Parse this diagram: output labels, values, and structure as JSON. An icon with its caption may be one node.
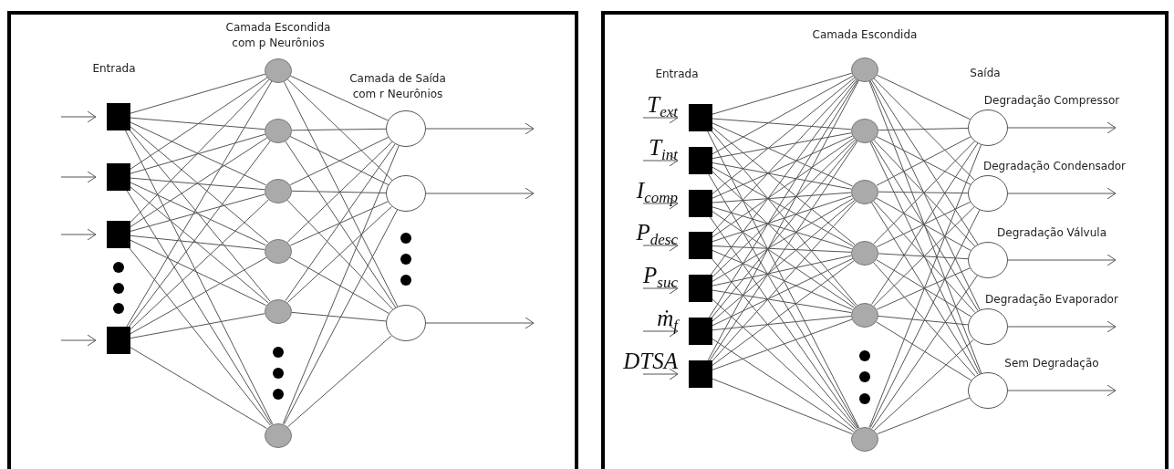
{
  "diagram": {
    "nodes": [
      {
        "text": [],
        "shape": "box"
      },
      {
        "text": [],
        "shape": "box",
        "in": 0
      },
      {
        "text": [],
        "shape": "box",
        "in": 0
      },
      {
        "text": [],
        "shape": "box",
        "in": 0
      },
      {
        "text": [],
        "shape": "box",
        "in": 0
      },
      {
        "text": [],
        "shape": "circle",
        "in": 0
      },
      {
        "text": [],
        "shape": "circle",
        "in": 0
      },
      {
        "text": [],
        "shape": "circle",
        "in": 0
      },
      {
        "text": [],
        "shape": "circle",
        "in": 0
      },
      {
        "text": [],
        "shape": "circle",
        "in": 0
      },
      {
        "text": [],
        "shape": "circle",
        "in": 0
      },
      {
        "text": [],
        "shape": "circle",
        "in": 0
      },
      {
        "text": [],
        "shape": "circle",
        "in": 0
      },
      {
        "text": [],
        "shape": "circle",
        "in": 0
      },
      {
        "text": [],
        "shape": "box"
      },
      {
        "text": [],
        "shape": "box",
        "in": 14,
        "beside": [
          "T$_{ext}$"
        ]
      },
      {
        "text": [],
        "shape": "box",
        "in": 14,
        "beside": [
          "T$_{int}$"
        ]
      },
      {
        "text": [],
        "shape": "box",
        "in": 14,
        "beside": [
          "I$_{comp}$"
        ]
      },
      {
        "text": [],
        "shape": "box",
        "in": 14,
        "beside": [
          "P$_{desc}$"
        ]
      },
      {
        "text": [],
        "shape": "box",
        "in": 14,
        "beside": [
          "P$_{suc}$"
        ]
      },
      {
        "text": [],
        "shape": "box",
        "in": 14,
        "beside": [
          "ṁ$_{f}$"
        ]
      },
      {
        "text": [],
        "shape": "box",
        "in": 14,
        "beside": [
          "DTSA"
        ]
      },
      {
        "text": [],
        "shape": "circle",
        "in": 14
      },
      {
        "text": [],
        "shape": "circle",
        "in": 14
      },
      {
        "text": [],
        "shape": "circle",
        "in": 14
      },
      {
        "text": [],
        "shape": "circle",
        "in": 14
      },
      {
        "text": [],
        "shape": "circle",
        "in": 14
      },
      {
        "text": [],
        "shape": "circle",
        "in": 14
      },
      {
        "text": [],
        "shape": "circle",
        "in": 14,
        "beside": [
          "Degradação Compressor"
        ]
      },
      {
        "text": [],
        "shape": "circle",
        "in": 14,
        "beside": [
          "Degradação Condensador"
        ]
      },
      {
        "text": [],
        "shape": "circle",
        "in": 14,
        "beside": [
          "Degradação Válvula"
        ]
      },
      {
        "text": [],
        "shape": "circle",
        "in": 14,
        "beside": [
          "Degradação Evaporador"
        ]
      },
      {
        "text": [],
        "shape": "circle",
        "in": 14,
        "beside": [
          "Sem Degradação"
        ]
      }
    ],
    "edges": [
      {
        "from": null,
        "to": 1,
        "arrow": "to"
      },
      {
        "from": null,
        "to": 2,
        "arrow": "to"
      },
      {
        "from": null,
        "to": 3,
        "arrow": "to"
      },
      {
        "from": null,
        "to": 4,
        "arrow": "to"
      },
      {
        "from": 1,
        "to": 5,
        "arrow": "none"
      },
      {
        "from": 1,
        "to": 6,
        "arrow": "none"
      },
      {
        "from": 1,
        "to": 7,
        "arrow": "none"
      },
      {
        "from": 1,
        "to": 8,
        "arrow": "none"
      },
      {
        "from": 1,
        "to": 9,
        "arrow": "none"
      },
      {
        "from": 1,
        "to": 10,
        "arrow": "none"
      },
      {
        "from": 2,
        "to": 5,
        "arrow": "none"
      },
      {
        "from": 2,
        "to": 6,
        "arrow": "none"
      },
      {
        "from": 2,
        "to": 7,
        "arrow": "none"
      },
      {
        "from": 2,
        "to": 8,
        "arrow": "none"
      },
      {
        "from": 2,
        "to": 9,
        "arrow": "none"
      },
      {
        "from": 2,
        "to": 10,
        "arrow": "none"
      },
      {
        "from": 3,
        "to": 5,
        "arrow": "none"
      },
      {
        "from": 3,
        "to": 6,
        "arrow": "none"
      },
      {
        "from": 3,
        "to": 7,
        "arrow": "none"
      },
      {
        "from": 3,
        "to": 8,
        "arrow": "none"
      },
      {
        "from": 3,
        "to": 9,
        "arrow": "none"
      },
      {
        "from": 3,
        "to": 10,
        "arrow": "none"
      },
      {
        "from": 4,
        "to": 5,
        "arrow": "none"
      },
      {
        "from": 4,
        "to": 6,
        "arrow": "none"
      },
      {
        "from": 4,
        "to": 7,
        "arrow": "none"
      },
      {
        "from": 4,
        "to": 8,
        "arrow": "none"
      },
      {
        "from": 4,
        "to": 9,
        "arrow": "none"
      },
      {
        "from": 4,
        "to": 10,
        "arrow": "none"
      },
      {
        "from": 5,
        "to": 11,
        "arrow": "none"
      },
      {
        "from": 5,
        "to": 12,
        "arrow": "none"
      },
      {
        "from": 5,
        "to": 13,
        "arrow": "none"
      },
      {
        "from": 6,
        "to": 11,
        "arrow": "none"
      },
      {
        "from": 6,
        "to": 12,
        "arrow": "none"
      },
      {
        "from": 6,
        "to": 13,
        "arrow": "none"
      },
      {
        "from": 7,
        "to": 11,
        "arrow": "none"
      },
      {
        "from": 7,
        "to": 12,
        "arrow": "none"
      },
      {
        "from": 7,
        "to": 13,
        "arrow": "none"
      },
      {
        "from": 8,
        "to": 11,
        "arrow": "none"
      },
      {
        "from": 8,
        "to": 12,
        "arrow": "none"
      },
      {
        "from": 8,
        "to": 13,
        "arrow": "none"
      },
      {
        "from": 9,
        "to": 11,
        "arrow": "none"
      },
      {
        "from": 9,
        "to": 12,
        "arrow": "none"
      },
      {
        "from": 9,
        "to": 13,
        "arrow": "none"
      },
      {
        "from": 10,
        "to": 11,
        "arrow": "none"
      },
      {
        "from": 10,
        "to": 12,
        "arrow": "none"
      },
      {
        "from": 10,
        "to": 13,
        "arrow": "none"
      },
      {
        "from": 11,
        "to": null,
        "arrow": "to"
      },
      {
        "from": 12,
        "to": null,
        "arrow": "to"
      },
      {
        "from": 13,
        "to": null,
        "arrow": "to"
      },
      {
        "from": null,
        "to": 15,
        "arrow": "to"
      },
      {
        "from": null,
        "to": 16,
        "arrow": "to"
      },
      {
        "from": null,
        "to": 17,
        "arrow": "to"
      },
      {
        "from": null,
        "to": 18,
        "arrow": "to"
      },
      {
        "from": null,
        "to": 19,
        "arrow": "to"
      },
      {
        "from": null,
        "to": 20,
        "arrow": "to"
      },
      {
        "from": null,
        "to": 21,
        "arrow": "to"
      },
      {
        "from": 15,
        "to": 22,
        "arrow": "none"
      },
      {
        "from": 15,
        "to": 23,
        "arrow": "none"
      },
      {
        "from": 15,
        "to": 24,
        "arrow": "none"
      },
      {
        "from": 15,
        "to": 25,
        "arrow": "none"
      },
      {
        "from": 15,
        "to": 26,
        "arrow": "none"
      },
      {
        "from": 15,
        "to": 27,
        "arrow": "none"
      },
      {
        "from": 16,
        "to": 22,
        "arrow": "none"
      },
      {
        "from": 16,
        "to": 23,
        "arrow": "none"
      },
      {
        "from": 16,
        "to": 24,
        "arrow": "none"
      },
      {
        "from": 16,
        "to": 25,
        "arrow": "none"
      },
      {
        "from": 16,
        "to": 26,
        "arrow": "none"
      },
      {
        "from": 16,
        "to": 27,
        "arrow": "none"
      },
      {
        "from": 17,
        "to": 22,
        "arrow": "none"
      },
      {
        "from": 17,
        "to": 23,
        "arrow": "none"
      },
      {
        "from": 17,
        "to": 24,
        "arrow": "none"
      },
      {
        "from": 17,
        "to": 25,
        "arrow": "none"
      },
      {
        "from": 17,
        "to": 26,
        "arrow": "none"
      },
      {
        "from": 17,
        "to": 27,
        "arrow": "none"
      },
      {
        "from": 18,
        "to": 22,
        "arrow": "none"
      },
      {
        "from": 18,
        "to": 23,
        "arrow": "none"
      },
      {
        "from": 18,
        "to": 24,
        "arrow": "none"
      },
      {
        "from": 18,
        "to": 25,
        "arrow": "none"
      },
      {
        "from": 18,
        "to": 26,
        "arrow": "none"
      },
      {
        "from": 18,
        "to": 27,
        "arrow": "none"
      },
      {
        "from": 19,
        "to": 22,
        "arrow": "none"
      },
      {
        "from": 19,
        "to": 23,
        "arrow": "none"
      },
      {
        "from": 19,
        "to": 24,
        "arrow": "none"
      },
      {
        "from": 19,
        "to": 25,
        "arrow": "none"
      },
      {
        "from": 19,
        "to": 26,
        "arrow": "none"
      },
      {
        "from": 19,
        "to": 27,
        "arrow": "none"
      },
      {
        "from": 20,
        "to": 22,
        "arrow": "none"
      },
      {
        "from": 20,
        "to": 23,
        "arrow": "none"
      },
      {
        "from": 20,
        "to": 24,
        "arrow": "none"
      },
      {
        "from": 20,
        "to": 25,
        "arrow": "none"
      },
      {
        "from": 20,
        "to": 26,
        "arrow": "none"
      },
      {
        "from": 20,
        "to": 27,
        "arrow": "none"
      },
      {
        "from": 21,
        "to": 22,
        "arrow": "none"
      },
      {
        "from": 21,
        "to": 23,
        "arrow": "none"
      },
      {
        "from": 21,
        "to": 24,
        "arrow": "none"
      },
      {
        "from": 21,
        "to": 25,
        "arrow": "none"
      },
      {
        "from": 21,
        "to": 26,
        "arrow": "none"
      },
      {
        "from": 21,
        "to": 27,
        "arrow": "none"
      },
      {
        "from": 22,
        "to": 28,
        "arrow": "none"
      },
      {
        "from": 22,
        "to": 29,
        "arrow": "none"
      },
      {
        "from": 22,
        "to": 30,
        "arrow": "none"
      },
      {
        "from": 22,
        "to": 31,
        "arrow": "none"
      },
      {
        "from": 22,
        "to": 32,
        "arrow": "none"
      },
      {
        "from": 23,
        "to": 28,
        "arrow": "none"
      },
      {
        "from": 23,
        "to": 29,
        "arrow": "none"
      },
      {
        "from": 23,
        "to": 30,
        "arrow": "none"
      },
      {
        "from": 23,
        "to": 31,
        "arrow": "none"
      },
      {
        "from": 23,
        "to": 32,
        "arrow": "none"
      },
      {
        "from": 24,
        "to": 28,
        "arrow": "none"
      },
      {
        "from": 24,
        "to": 29,
        "arrow": "none"
      },
      {
        "from": 24,
        "to": 30,
        "arrow": "none"
      },
      {
        "from": 24,
        "to": 31,
        "arrow": "none"
      },
      {
        "from": 24,
        "to": 32,
        "arrow": "none"
      },
      {
        "from": 25,
        "to": 28,
        "arrow": "none"
      },
      {
        "from": 25,
        "to": 29,
        "arrow": "none"
      },
      {
        "from": 25,
        "to": 30,
        "arrow": "none"
      },
      {
        "from": 25,
        "to": 31,
        "arrow": "none"
      },
      {
        "from": 25,
        "to": 32,
        "arrow": "none"
      },
      {
        "from": 26,
        "to": 28,
        "arrow": "none"
      },
      {
        "from": 26,
        "to": 29,
        "arrow": "none"
      },
      {
        "from": 26,
        "to": 30,
        "arrow": "none"
      },
      {
        "from": 26,
        "to": 31,
        "arrow": "none"
      },
      {
        "from": 26,
        "to": 32,
        "arrow": "none"
      },
      {
        "from": 27,
        "to": 28,
        "arrow": "none"
      },
      {
        "from": 27,
        "to": 29,
        "arrow": "none"
      },
      {
        "from": 27,
        "to": 30,
        "arrow": "none"
      },
      {
        "from": 27,
        "to": 31,
        "arrow": "none"
      },
      {
        "from": 27,
        "to": 32,
        "arrow": "none"
      },
      {
        "from": 28,
        "to": null,
        "arrow": "to"
      },
      {
        "from": 29,
        "to": null,
        "arrow": "to"
      },
      {
        "from": 30,
        "to": null,
        "arrow": "to"
      },
      {
        "from": 31,
        "to": null,
        "arrow": "to"
      },
      {
        "from": 32,
        "to": null,
        "arrow": "to"
      }
    ],
    "labels": [
      "Camada Escondida com p Neurônios",
      "Entrada",
      "Camada de Saída com r Neurônios",
      "Camada Escondida",
      "Entrada",
      "Saída"
    ]
  }
}
